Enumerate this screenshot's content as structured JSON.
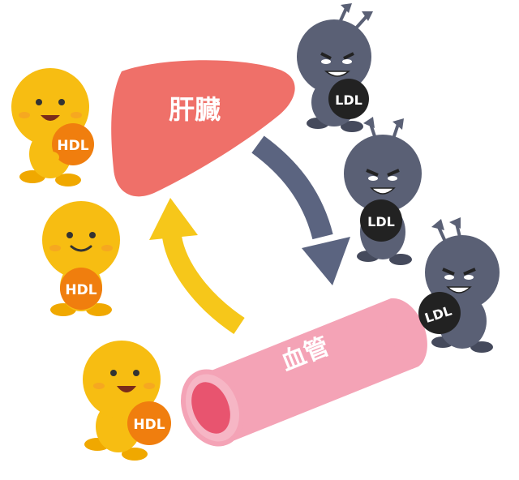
{
  "labels": {
    "liver": "肝臓",
    "vessel": "血管",
    "hdl": "HDL",
    "ldl": "LDL"
  },
  "colors": {
    "liver": "#ef7069",
    "vessel": "#f4a3b6",
    "vessel_opening": "#e8546f",
    "hdl_body": "#f7bd12",
    "hdl_ball": "#f07e0e",
    "ldl_body": "#5a6075",
    "ldl_ball": "#222222",
    "arrow_down": "#5b6480",
    "arrow_up": "#f6c71a"
  }
}
